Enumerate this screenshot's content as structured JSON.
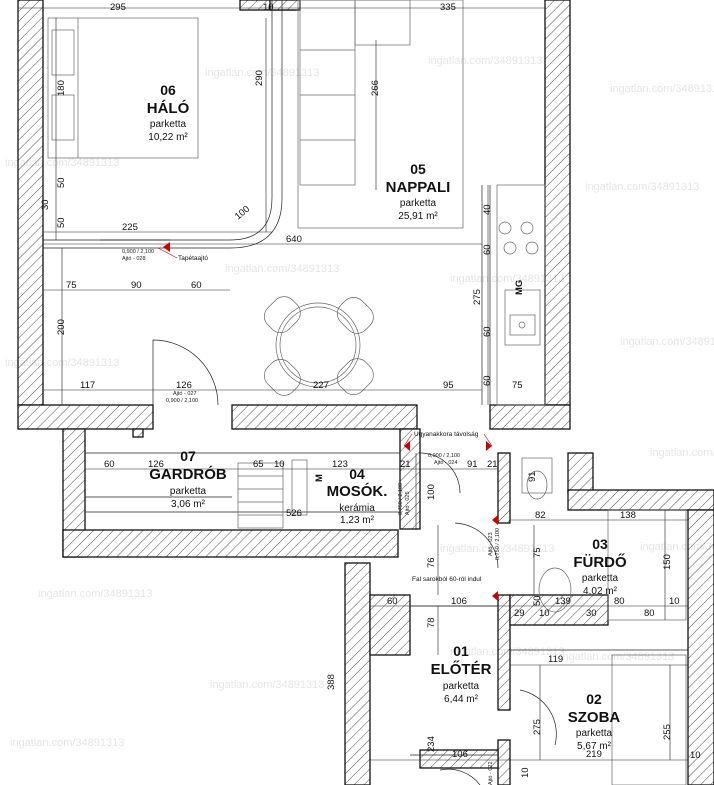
{
  "rooms": {
    "haló": {
      "number": "06",
      "name": "HÁLÓ",
      "material": "parketta",
      "area": "10,22 m²"
    },
    "nappali": {
      "number": "05",
      "name": "NAPPALI",
      "material": "parketta",
      "area": "25,91 m²"
    },
    "gardrob": {
      "number": "07",
      "name": "GARDRÓB",
      "material": "parketta",
      "area": "3,06 m²"
    },
    "mosok": {
      "number": "04",
      "name": "MOSÓK.",
      "material": "kerámia",
      "area": "1,23 m²"
    },
    "furdo": {
      "number": "03",
      "name": "FÜRDŐ",
      "material": "parketta",
      "area": "4,02 m²"
    },
    "eloter": {
      "number": "01",
      "name": "ELŐTÉR",
      "material": "parketta",
      "area": "6,44 m²"
    },
    "szoba": {
      "number": "02",
      "name": "SZOBA",
      "material": "parketta",
      "area": "5,67 m²"
    }
  },
  "dimensions": {
    "d295": "295",
    "d10": "10",
    "d335": "335",
    "d180": "180",
    "d290": "290",
    "d266": "266",
    "d50a": "50",
    "d50b": "50",
    "d30": "30",
    "d225": "225",
    "d100": "100",
    "d640": "640",
    "d40": "40",
    "d60a": "60",
    "d75a": "75",
    "d90": "90",
    "d60b": "60",
    "d275": "275",
    "d60c": "60",
    "d200": "200",
    "d117": "117",
    "d126a": "126",
    "d227": "227",
    "d95": "95",
    "d60d": "60",
    "d75b": "75",
    "d60e": "60",
    "d126b": "126",
    "d65": "65",
    "d10b": "10",
    "d123": "123",
    "d21a": "21",
    "d91": "91",
    "d21b": "21",
    "d526": "526",
    "d100b": "100",
    "d91b": "91",
    "d82": "82",
    "d138": "138",
    "d76": "76",
    "d75c": "75",
    "d150": "150",
    "d60f": "60",
    "d106a": "106",
    "d29": "29",
    "d10c": "10",
    "d50c": "50",
    "d139": "139",
    "d30b": "30",
    "d80a": "80",
    "d80b": "80",
    "d10d": "10",
    "d78": "78",
    "d119": "119",
    "d388": "388",
    "d275b": "275",
    "d255": "255",
    "d234": "234",
    "d106b": "106",
    "d219": "219",
    "d10e": "10",
    "d10f": "10"
  },
  "labels": {
    "mg": "MG",
    "m": "M",
    "tapetaajto": "Tapétaajtó",
    "ugyanakkora": "Ugyanakkora távolság",
    "falsarok": "Fal sarokból 60-ról indul",
    "door028a": "0,900 / 2,100",
    "door028b": "Ajtó - 028",
    "door027a": "Ajtó - 027",
    "door027b": "0,900 / 2,100",
    "door024a": "0,900 / 2,100",
    "door024b": "Ajtó - 024",
    "door025a": "0,750 / 2,100",
    "door025b": "Ajtó - 025",
    "door023a": "Ajtó - 023",
    "door023b": "0,750 / 2,100",
    "door022": "Ajtó - 022"
  },
  "watermark": "ingatlan.com/34891313"
}
